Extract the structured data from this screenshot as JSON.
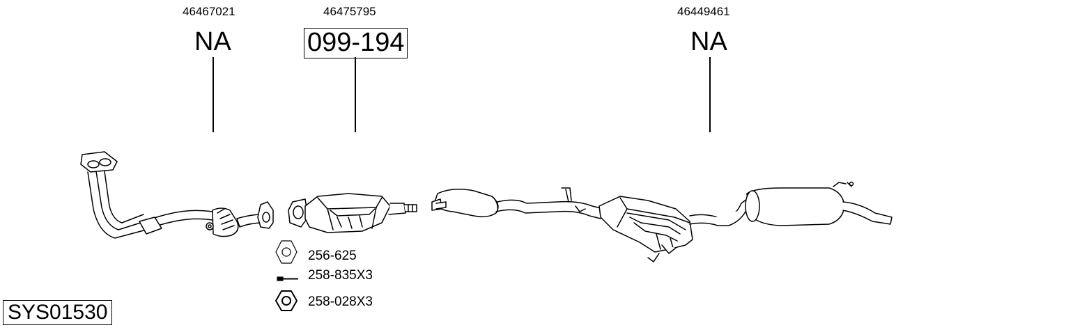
{
  "parts": [
    {
      "oe_number": "46467021",
      "part_code": "NA"
    },
    {
      "oe_number": "46475795",
      "part_code": "099-194"
    },
    {
      "oe_number": "46449461",
      "part_code": "NA"
    }
  ],
  "accessories": [
    {
      "code": "256-625"
    },
    {
      "code": "258-835X3"
    },
    {
      "code": "258-028X3"
    }
  ],
  "system_id": "SYS01530"
}
